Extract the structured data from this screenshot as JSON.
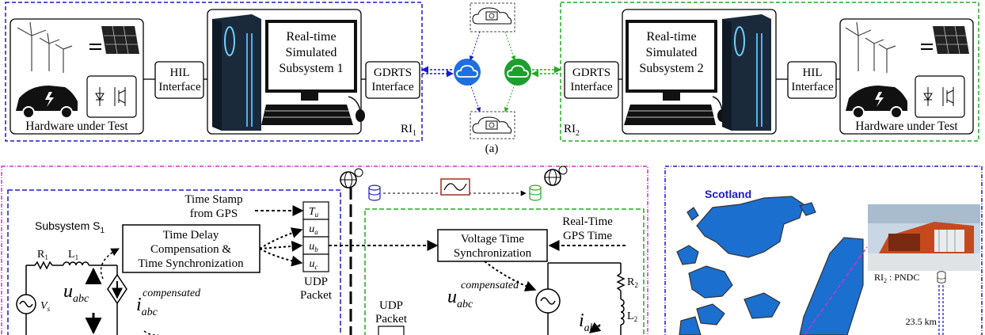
{
  "panel_a": {
    "left": {
      "hil": [
        "HIL",
        "Interface"
      ],
      "hut": "Hardware under Test",
      "rts": [
        "Real-time",
        "Simulated",
        "Subsystem 1"
      ],
      "gdrts": [
        "GDRTS",
        "Interface"
      ],
      "ri_main": "RI",
      "ri_sub": "1"
    },
    "right": {
      "gdrts": [
        "GDRTS",
        "Interface"
      ],
      "rts": [
        "Real-time",
        "Simulated",
        "Subsystem 2"
      ],
      "hil": [
        "HIL",
        "Interface"
      ],
      "hut": "Hardware under Test",
      "ri_main": "RI",
      "ri_sub": "2"
    },
    "caption": "(a)",
    "colors": {
      "left_border": "#1a1acc",
      "right_border": "#22aa22",
      "left_cloud": "#1f6fe0",
      "right_cloud": "#1e9e2e",
      "panel_b_border": "#cc33cc"
    }
  },
  "panel_b": {
    "subsystem": "Subsystem S",
    "subsystem_sub": "1",
    "timestamp": [
      "Time Stamp",
      "from GPS"
    ],
    "tdc": [
      "Time Delay",
      "Compensation &",
      "Time Synchronization"
    ],
    "packet_cells": [
      "T",
      "u",
      "u",
      "u"
    ],
    "packet_subs": [
      "u",
      "a",
      "b",
      "c"
    ],
    "udp_left": [
      "UDP",
      "Packet"
    ],
    "udp_right": [
      "UDP",
      "Packet"
    ],
    "r1": "R",
    "r1_sub": "1",
    "l1": "L",
    "l1_sub": "1",
    "vs": "V",
    "vs_sub": "s",
    "u_abc": "u",
    "u_abc_sub": "abc",
    "i_comp": "i",
    "i_comp_sub": "abc",
    "i_comp_sup": "compensated",
    "vts": [
      "Voltage Time",
      "Synchronization"
    ],
    "rtgps": [
      "Real-Time",
      "GPS Time"
    ],
    "u_comp": "u",
    "u_comp_sub": "abc",
    "u_comp_sup": "compensated",
    "i_abc": "i",
    "i_abc_sub": "abc",
    "r2": "R",
    "r2_sub": "2",
    "l2": "L",
    "l2_sub": "2"
  },
  "panel_c": {
    "region": "Scotland",
    "ri2": "RI",
    "ri2_sub": "2",
    "ri2_label": " : PNDC",
    "distance": "23.5 km"
  }
}
